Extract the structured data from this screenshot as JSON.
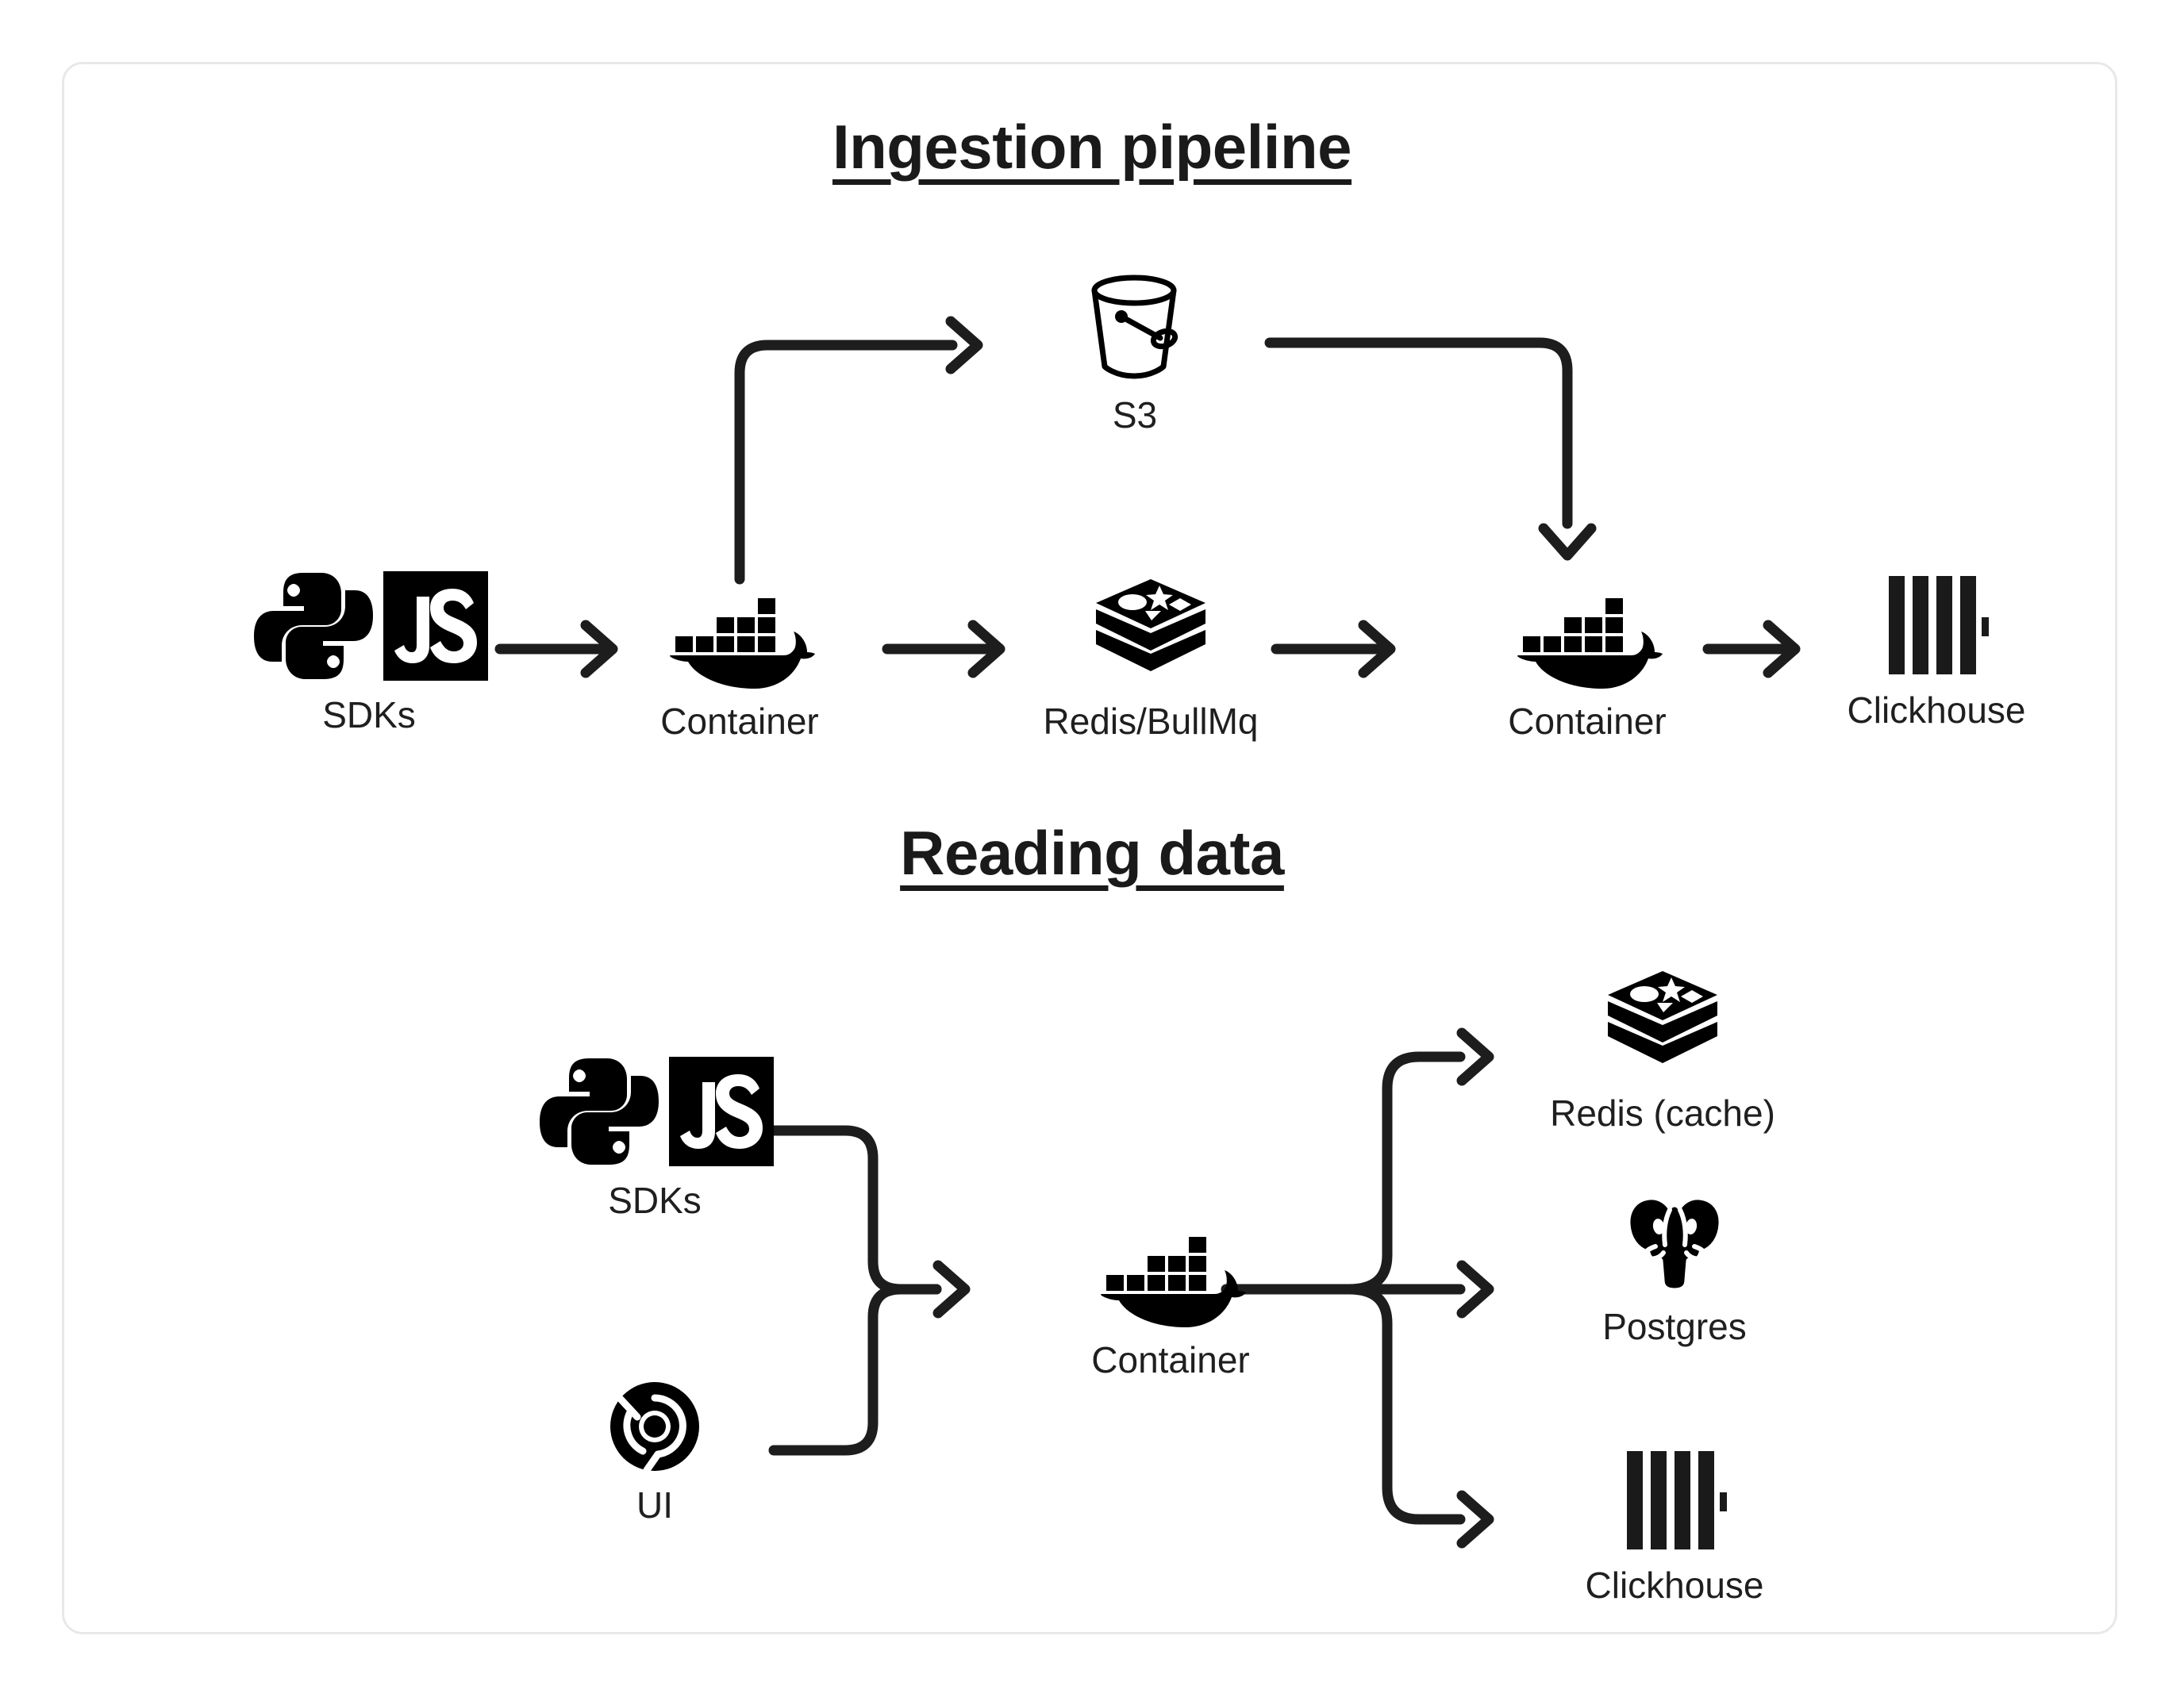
{
  "card": {
    "border_color": "#e8e8e8",
    "background": "#ffffff"
  },
  "diagram": {
    "title_color": "#1a1a1a",
    "label_color": "#1f1f1f",
    "edge_color": "#1d1d1d",
    "sections": [
      {
        "id": "ingestion",
        "title": "Ingestion pipeline",
        "nodes": [
          {
            "id": "sdks-1",
            "label": "SDKs",
            "icon": "python-js-sdk-icon"
          },
          {
            "id": "container-1",
            "label": "Container",
            "icon": "docker-whale-icon"
          },
          {
            "id": "s3",
            "label": "S3",
            "icon": "s3-bucket-icon"
          },
          {
            "id": "redis-1",
            "label": "Redis/BullMq",
            "icon": "redis-stack-icon"
          },
          {
            "id": "container-2",
            "label": "Container",
            "icon": "docker-whale-icon"
          },
          {
            "id": "clickhouse-1",
            "label": "Clickhouse",
            "icon": "clickhouse-bars-icon"
          }
        ],
        "edges": [
          {
            "from": "sdks-1",
            "to": "container-1"
          },
          {
            "from": "container-1",
            "to": "s3"
          },
          {
            "from": "container-1",
            "to": "redis-1"
          },
          {
            "from": "s3",
            "to": "container-2"
          },
          {
            "from": "redis-1",
            "to": "container-2"
          },
          {
            "from": "container-2",
            "to": "clickhouse-1"
          }
        ]
      },
      {
        "id": "reading",
        "title": "Reading data",
        "nodes": [
          {
            "id": "sdks-2",
            "label": "SDKs",
            "icon": "python-js-sdk-icon"
          },
          {
            "id": "ui",
            "label": "UI",
            "icon": "chrome-icon"
          },
          {
            "id": "container-3",
            "label": "Container",
            "icon": "docker-whale-icon"
          },
          {
            "id": "redis-cache",
            "label": "Redis (cache)",
            "icon": "redis-stack-icon"
          },
          {
            "id": "postgres",
            "label": "Postgres",
            "icon": "postgres-elephant-icon"
          },
          {
            "id": "clickhouse-2",
            "label": "Clickhouse",
            "icon": "clickhouse-bars-icon"
          }
        ],
        "edges": [
          {
            "from": "sdks-2",
            "to": "container-3"
          },
          {
            "from": "ui",
            "to": "container-3"
          },
          {
            "from": "container-3",
            "to": "redis-cache"
          },
          {
            "from": "container-3",
            "to": "postgres"
          },
          {
            "from": "container-3",
            "to": "clickhouse-2"
          }
        ]
      }
    ]
  }
}
